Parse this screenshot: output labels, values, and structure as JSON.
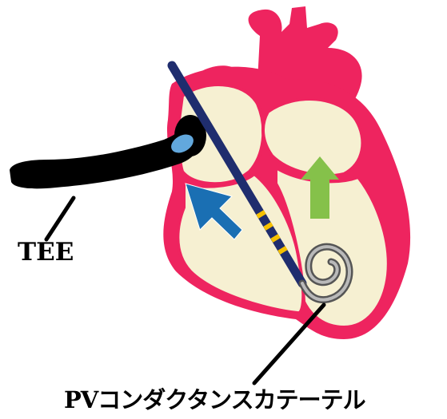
{
  "diagram": {
    "labels": {
      "tee": "TEE",
      "catheter": "PVコンダクタンスカテーテル"
    },
    "colors": {
      "myocardium": "#ee245f",
      "chamber": "#f6f0d2",
      "probe": "#000000",
      "probe_window": "#62a8dd",
      "catheter_shaft": "#1f2d6e",
      "catheter_electrodes": "#f5c000",
      "pigtail": "#8a8a8a",
      "arrow_inflow": "#1a6fb3",
      "arrow_outflow": "#85c14a",
      "leader_line": "#000000"
    },
    "icons": [
      "heart-diagram",
      "tee-probe",
      "conductance-catheter",
      "inflow-arrow",
      "outflow-arrow"
    ]
  }
}
